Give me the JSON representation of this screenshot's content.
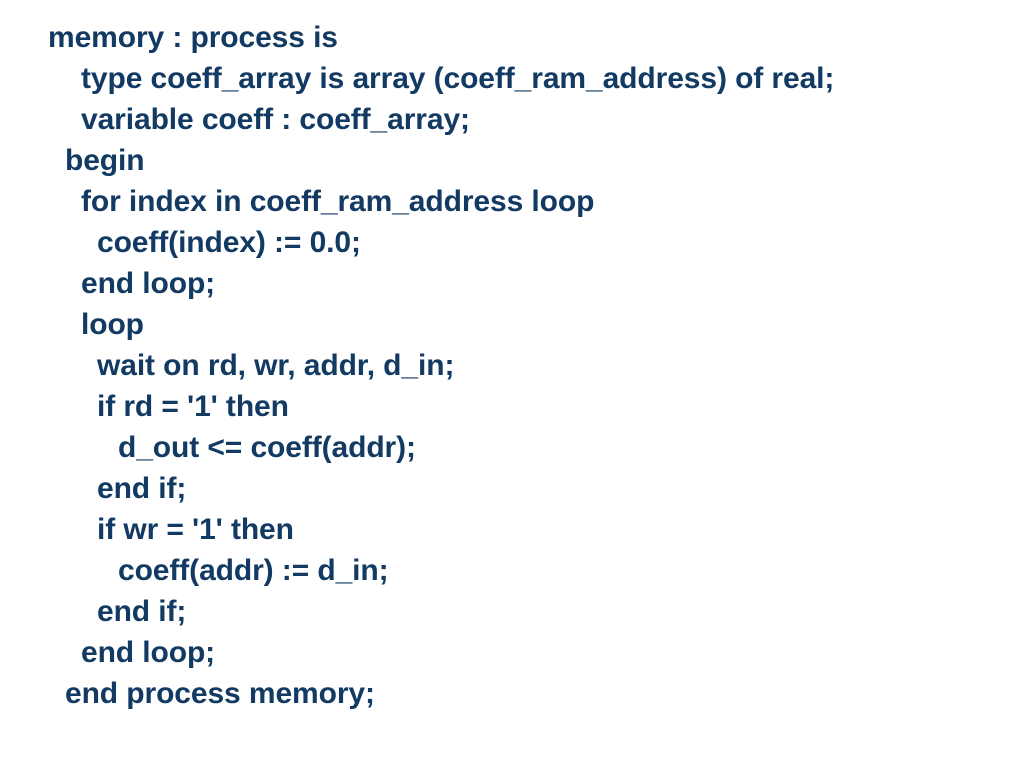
{
  "document": {
    "background_color": "#ffffff",
    "text_color": "#123A63",
    "language": "VHDL",
    "title": "memory : process is",
    "code_lines": [
      {
        "text": "memory : process is",
        "indent": 0
      },
      {
        "text": "type coeff_array is array (coeff_ram_address) of real;",
        "indent": 2
      },
      {
        "text": "variable coeff : coeff_array;",
        "indent": 2
      },
      {
        "text": "begin",
        "indent": 1
      },
      {
        "text": "for index in coeff_ram_address loop",
        "indent": 2
      },
      {
        "text": "coeff(index) := 0.0;",
        "indent": 3
      },
      {
        "text": "end loop;",
        "indent": 2
      },
      {
        "text": "loop",
        "indent": 2
      },
      {
        "text": "wait on rd, wr, addr, d_in;",
        "indent": 3
      },
      {
        "text": "if rd = '1' then",
        "indent": 3
      },
      {
        "text": "d_out <= coeff(addr);",
        "indent": 4
      },
      {
        "text": "end if;",
        "indent": 3
      },
      {
        "text": "if wr = '1' then",
        "indent": 3
      },
      {
        "text": "coeff(addr) := d_in;",
        "indent": 4
      },
      {
        "text": "end if;",
        "indent": 3
      },
      {
        "text": "end loop;",
        "indent": 2
      },
      {
        "text": "end process memory;",
        "indent": 1
      }
    ]
  }
}
